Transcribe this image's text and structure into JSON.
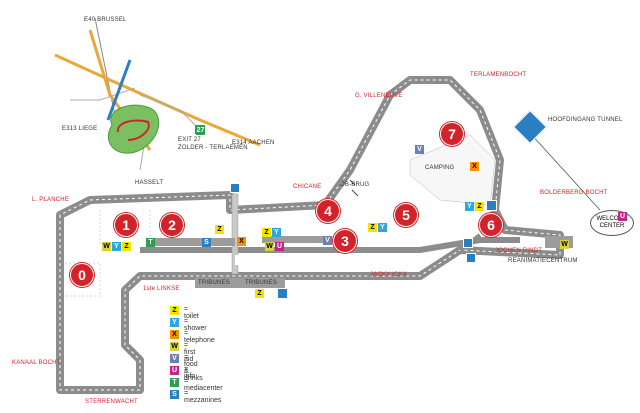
{
  "inset_map": {
    "labels": [
      "E40 BRUSSEL",
      "E313 LIEGE",
      "E314 AACHEN",
      "EXIT 27",
      "ZOLDER - TERLAEMEN",
      "HASSELT"
    ],
    "exit_number": "27"
  },
  "track_labels": {
    "terlamenbocht": "TERLAMENBOCHT",
    "villeneuve": "G. VILLENEUVE",
    "hoofdingang": "HOOFDINGANG TUNNEL",
    "chicane": "CHICANE",
    "ob_brug": "OB-BRUG",
    "camping": "CAMPING",
    "bolderberg": "BOLDERBERG BOCHT",
    "welcome": "WELCOME CENTER",
    "jochen": "JOCHEN RINDT",
    "reanimatie": "REANIMATIECENTRUM",
    "jacky": "JACKY ICKX",
    "tribunes_1": "TRIBUNES",
    "tribunes_2": "TRIBUNES",
    "links": "1ste LINKSE",
    "planche": "L. PLANCHE",
    "kanaal": "KANAAL BOCHT",
    "sterrenwacht": "STERRENWACHT"
  },
  "zones": [
    "0",
    "1",
    "2",
    "3",
    "4",
    "5",
    "6",
    "7"
  ],
  "codes": {
    "z": "Z",
    "y": "Y",
    "x": "X",
    "w": "W",
    "v": "V",
    "u": "U",
    "t": "T",
    "s": "S"
  },
  "legend": [
    {
      "code": "Z",
      "text": "= toilet",
      "cls": "cz"
    },
    {
      "code": "Y",
      "text": "= shower",
      "cls": "cy"
    },
    {
      "code": "X",
      "text": "= telephone",
      "cls": "cx"
    },
    {
      "code": "W",
      "text": "= first aid",
      "cls": "cw"
    },
    {
      "code": "V",
      "text": "= food & drinks",
      "cls": "cv"
    },
    {
      "code": "U",
      "text": "= info",
      "cls": "cu"
    },
    {
      "code": "T",
      "text": "= mediacenter",
      "cls": "ct"
    },
    {
      "code": "S",
      "text": "= mezzanines",
      "cls": "cs"
    }
  ],
  "colors": {
    "track": "#8c8c8c",
    "track_edge": "#5f5f5f",
    "zone_red": "#d2232a",
    "tunnel_blue": "#2a7fc1"
  }
}
